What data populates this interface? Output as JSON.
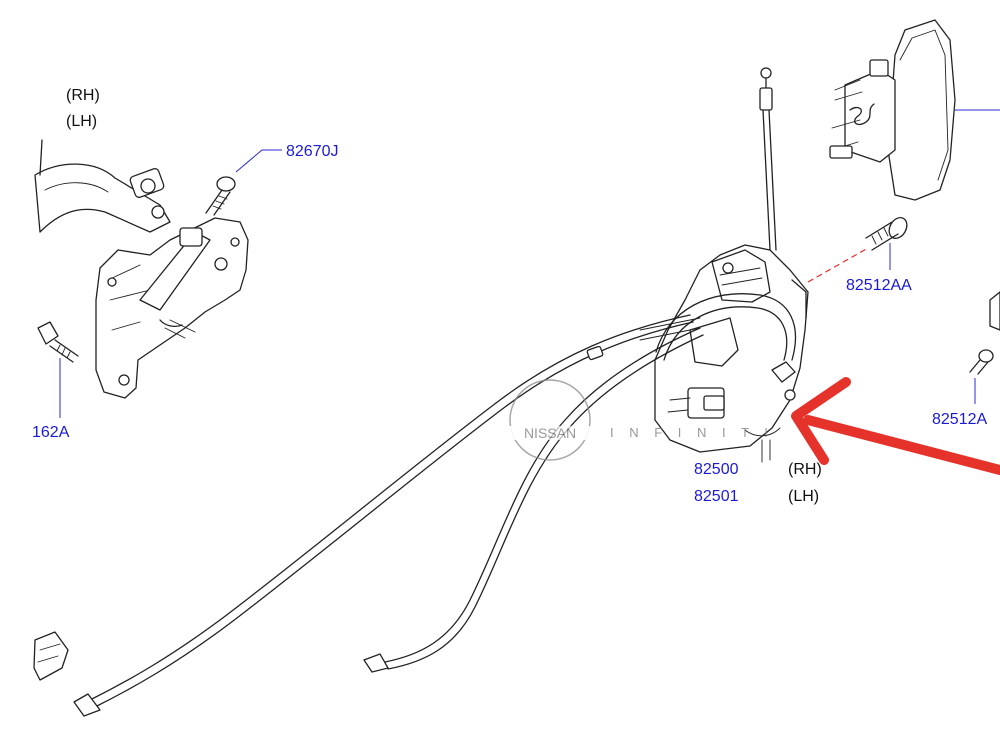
{
  "labels": {
    "top_left_rh": "(RH)",
    "top_left_lh": "(LH)",
    "part_82670j": "82670J",
    "part_162a": "162A",
    "part_82512aa": "82512AA",
    "part_82512a_cut": "82512A",
    "part_82500": "82500",
    "part_82501": "82501",
    "rh": "(RH)",
    "lh": "(LH)"
  },
  "watermark": {
    "brand": "NISSAN",
    "sub": "I N F I N I T I"
  },
  "colors": {
    "part_number": "#1a1ad6",
    "arrow": "#e5322a",
    "line_art": "#222222",
    "watermark": "#777777"
  }
}
